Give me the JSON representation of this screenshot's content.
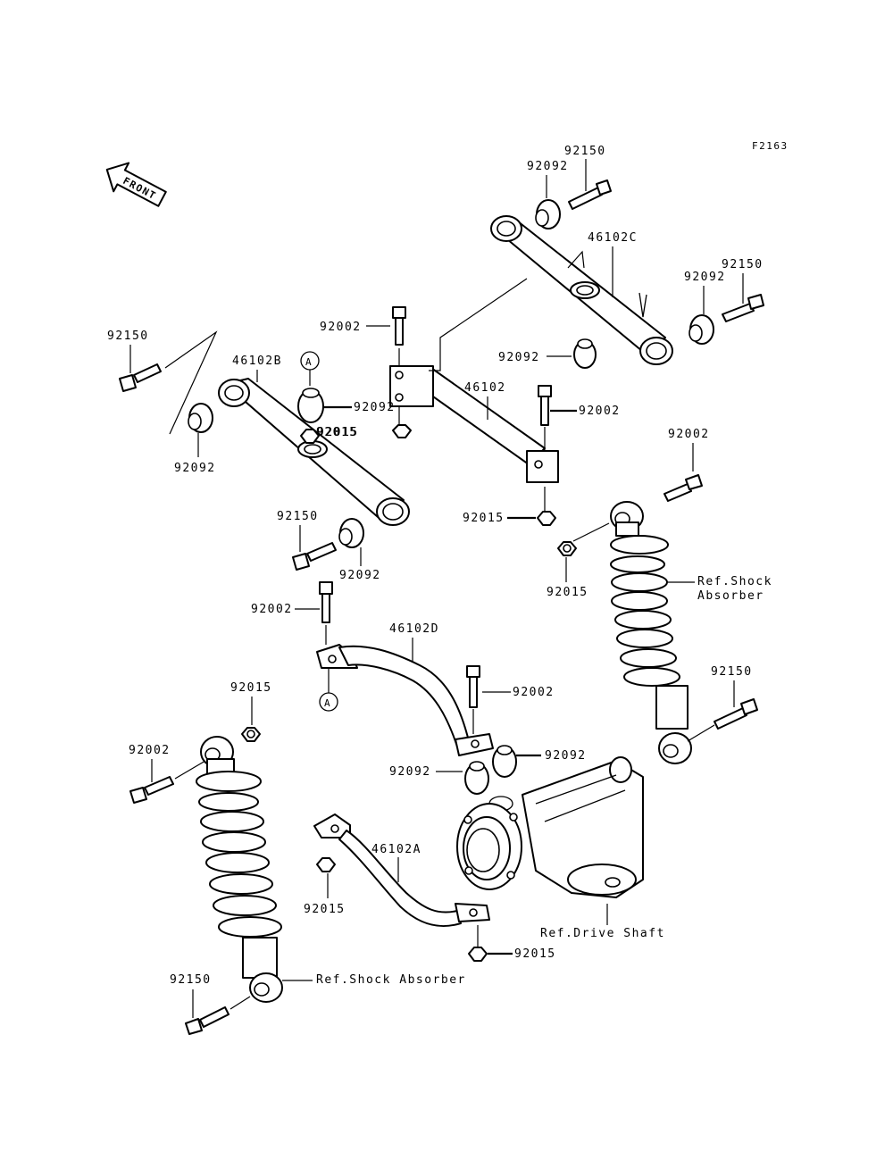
{
  "figure_code": "F2163",
  "direction_label": "FRONT",
  "ref_marker": "A",
  "part_numbers": {
    "p92150": "92150",
    "p92092": "92092",
    "p92002": "92002",
    "p92015": "92015",
    "p46102": "46102",
    "p46102A": "46102A",
    "p46102B": "46102B",
    "p46102C": "46102C",
    "p46102D": "46102D"
  },
  "references": {
    "shock_absorber_line1": "Ref.Shock",
    "shock_absorber_line2": "Absorber",
    "shock_absorber": "Ref.Shock Absorber",
    "drive_shaft": "Ref.Drive Shaft"
  }
}
